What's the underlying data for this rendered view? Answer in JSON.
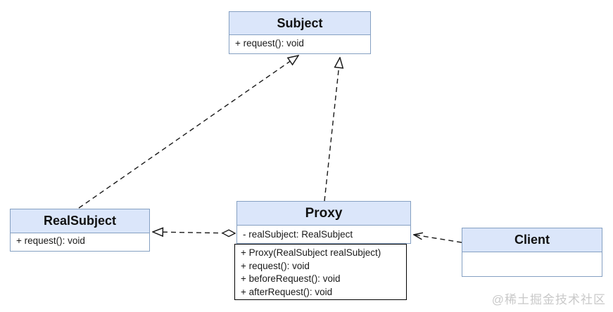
{
  "classes": {
    "subject": {
      "name": "Subject",
      "members": [
        "+ request(): void"
      ]
    },
    "realSubject": {
      "name": "RealSubject",
      "members": [
        "+ request(): void"
      ]
    },
    "proxy": {
      "name": "Proxy",
      "attributes": [
        "- realSubject: RealSubject"
      ],
      "methods": [
        "+ Proxy(RealSubject realSubject)",
        "+ request(): void",
        "+ beforeRequest(): void",
        "+ afterRequest(): void"
      ]
    },
    "client": {
      "name": "Client"
    }
  },
  "relations": [
    {
      "from": "RealSubject",
      "to": "Subject",
      "type": "realization",
      "line": "dashed",
      "head": "hollow-triangle"
    },
    {
      "from": "Proxy",
      "to": "Subject",
      "type": "realization",
      "line": "dashed",
      "head": "hollow-triangle"
    },
    {
      "from": "Proxy",
      "to": "RealSubject",
      "type": "aggregation-dependency",
      "line": "dashed",
      "head": "hollow-triangle",
      "tail": "hollow-diamond"
    },
    {
      "from": "Client",
      "to": "Proxy",
      "type": "dependency",
      "line": "dashed",
      "head": "open-arrow"
    }
  ],
  "colors": {
    "header_fill": "#dbe6fa",
    "box_border": "#85a0c2",
    "methods_border": "#000000",
    "edge": "#1a1a1a",
    "watermark": "#c9c9c9"
  },
  "watermark": "@稀土掘金技术社区"
}
